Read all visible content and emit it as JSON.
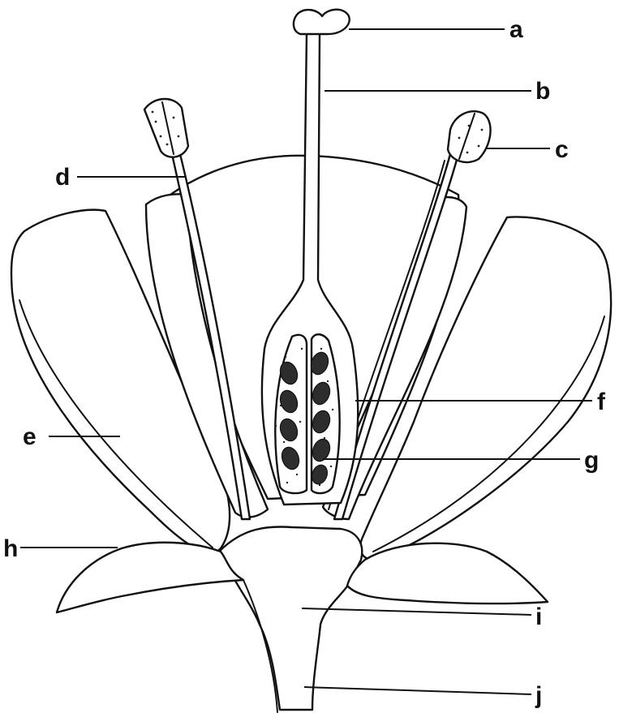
{
  "labels": {
    "a": "a",
    "b": "b",
    "c": "c",
    "d": "d",
    "e": "e",
    "f": "f",
    "g": "g",
    "h": "h",
    "i": "i",
    "j": "j"
  },
  "colors": {
    "line": "#111111",
    "ovule": "#2d2d2d",
    "background": "#ffffff"
  }
}
